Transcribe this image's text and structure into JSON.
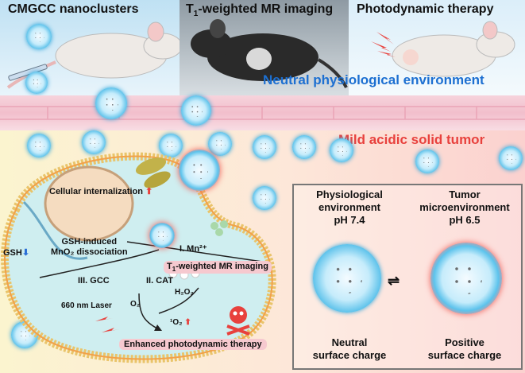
{
  "top_panels": {
    "panel1_title": "CMGCC nanoclusters",
    "panel2_title_prefix": "T",
    "panel2_title_sub": "1",
    "panel2_title_rest": "-weighted MR imaging",
    "panel3_title": "Photodynamic therapy"
  },
  "neutral_env_label": "Neutral physiological environment",
  "acidic_tumor_label": "Mild acidic solid tumor",
  "cell": {
    "internalization_label": "Cellular internalization",
    "gsh_label": "GSH",
    "gsh_dissociation_line1": "GSH-induced",
    "gsh_dissociation_line2": "MnO₂ dissociation",
    "mn_label": "I. Mn²⁺",
    "mri_prefix": "T",
    "mri_sub": "1",
    "mri_rest": "-weighted MR imaging",
    "gcc_label": "III. GCC",
    "cat_label": "II. CAT",
    "h2o2_label": "H₂O₂",
    "o2_label": "O₂",
    "laser_label": "660 nm Laser",
    "singlet_o2_label": "¹O₂",
    "pdt_label": "Enhanced photodynamic therapy"
  },
  "comparison": {
    "left_title_line1": "Physiological",
    "left_title_line2": "environment",
    "left_ph": "pH 7.4",
    "right_title_line1": "Tumor",
    "right_title_line2": "microenvironment",
    "right_ph": "pH 6.5",
    "left_charge_line1": "Neutral",
    "left_charge_line2": "surface charge",
    "right_charge_line1": "Positive",
    "right_charge_line2": "surface charge"
  },
  "colors": {
    "neutral_label": "#1c6fd1",
    "acidic_label": "#e8413d",
    "mri_pill": "#f6c9cf",
    "pdt_pill": "#f6c9cf",
    "arrow_up": "#e8413d",
    "arrow_down": "#2b6fd6"
  }
}
